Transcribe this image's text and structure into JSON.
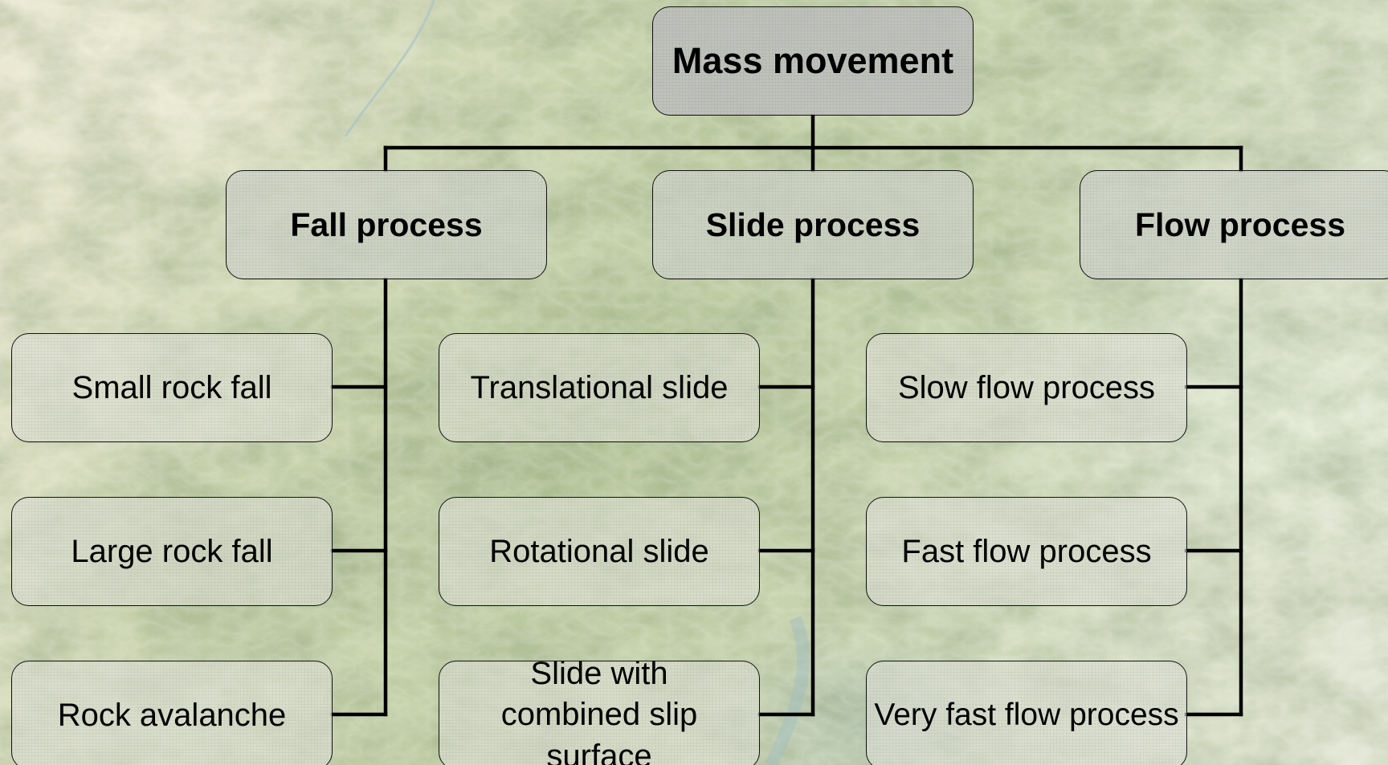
{
  "diagram": {
    "root": {
      "label": "Mass movement"
    },
    "categories": [
      {
        "label": "Fall process",
        "children": [
          "Small rock fall",
          "Large rock fall",
          "Rock avalanche"
        ]
      },
      {
        "label": "Slide process",
        "children": [
          "Translational slide",
          "Rotational slide",
          "Slide with combined slip surface"
        ]
      },
      {
        "label": "Flow process",
        "children": [
          "Slow flow process",
          "Fast flow process",
          "Very fast flow process"
        ]
      }
    ]
  },
  "colors": {
    "connector": "#000000",
    "box_border": "#111111"
  }
}
